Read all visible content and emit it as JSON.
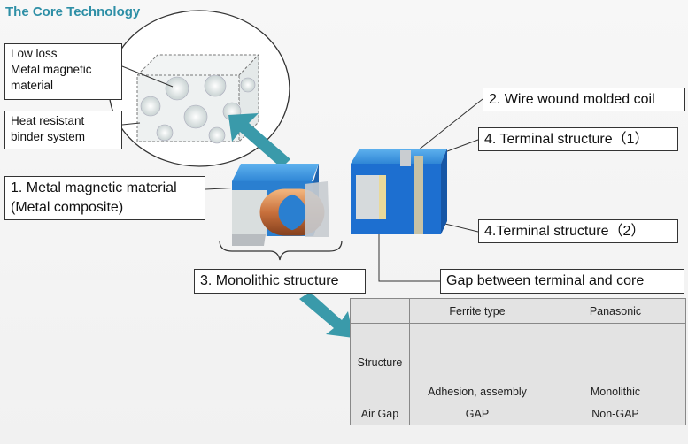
{
  "title": "The Core Technology",
  "labels": {
    "low_loss": "Low loss\nMetal magnetic\nmaterial",
    "heat_binder": "Heat resistant\nbinder system",
    "metal_material": "1. Metal magnetic material\n(Metal composite)",
    "wire_wound": "2. Wire wound molded coil",
    "terminal1": "4. Terminal structure（1）",
    "terminal2": "4.Terminal structure（2）",
    "gap": "Gap between terminal and core",
    "monolithic": "3. Monolithic structure"
  },
  "table": {
    "headers": [
      "",
      "Ferrite type",
      "Panasonic"
    ],
    "row_structure_label": "Structure",
    "ferrite_caption": "Adhesion, assembly",
    "panasonic_caption": "Monolithic",
    "row_airgap_label": "Air Gap",
    "ferrite_airgap": "GAP",
    "panasonic_airgap": "Non-GAP"
  },
  "colors": {
    "accent": "#3a9aaa",
    "core_blue": "#1a6fd6",
    "copper": "#c8703c",
    "highlight_red": "#e0302a"
  }
}
